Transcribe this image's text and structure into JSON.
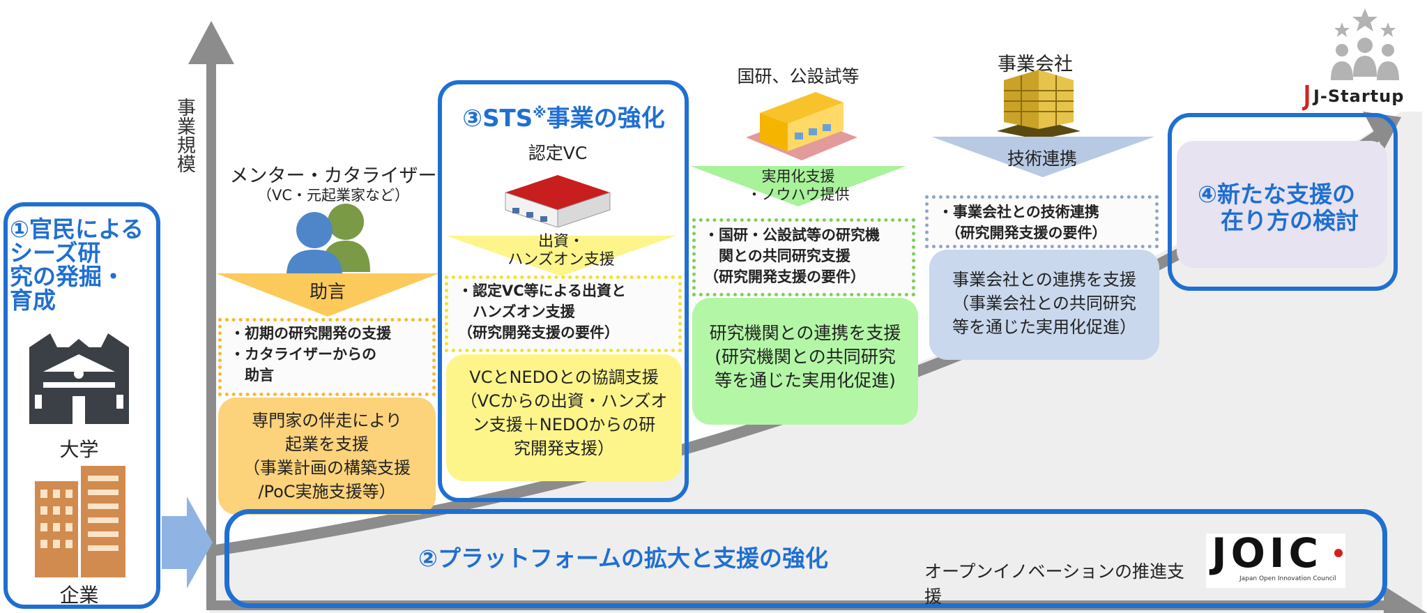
{
  "axis": {
    "y_label": "事業規模"
  },
  "section1": {
    "title": "①官民による\nシーズ研\n究の発掘・\n育成",
    "university_label": "大学",
    "company_label": "企業"
  },
  "mentor": {
    "title": "メンター・カタライザー",
    "subtitle": "（VC・元起業家など）",
    "arrow_label": "助言",
    "req_items": [
      "・初期の研究開発の支援",
      "・カタライザーからの",
      "　助言"
    ],
    "support_text": "専門家の伴走により\n起業を支援\n（事業計画の構築支援\n/PoC実施支援等）"
  },
  "section3": {
    "title": "③STS",
    "title_sup": "※",
    "title_rest": "事業の強化",
    "vc_label": "認定VC",
    "arrow_label": "出資・\nハンズオン支援",
    "req_items": [
      "・認定VC等による出資と",
      "　ハンズオン支援",
      "（研究開発支援の要件）"
    ],
    "support_text": "VCとNEDOとの協調支援\n（VCからの出資・ハンズオ\nン支援＋NEDOからの研\n究開発支援）"
  },
  "research": {
    "title": "国研、公設試等",
    "arrow_label": "実用化支援\n・ノウハウ提供",
    "req_items": [
      "・国研・公設試等の研究機",
      "　関との共同研究支援",
      "（研究開発支援の要件）"
    ],
    "support_text": "研究機関との連携を支援\n(研究機関との共同研究\n等を通じた実用化促進)"
  },
  "company": {
    "title": "事業会社",
    "arrow_label": "技術連携",
    "req_items": [
      "・事業会社との技術連携",
      "　（研究開発支援の要件）"
    ],
    "support_text": "事業会社との連携を支援\n（事業会社との共同研究\n等を通じた実用化促進）"
  },
  "section4": {
    "title": "④新たな支援の\n　在り方の検討"
  },
  "jstartup": {
    "label": "J-Startup"
  },
  "section2": {
    "title": "②プラットフォームの拡大と支援の強化",
    "oi_text": "オープンイノベーションの推進支援",
    "logo_text": "JOIC",
    "logo_sub": "Japan Open Innovation Council"
  },
  "colors": {
    "blue": "#1f6fd1",
    "orange": "#fcd27a",
    "yellow": "#fdf58a",
    "green": "#b3f7a6",
    "lightblue": "#c9d8ec",
    "lavender": "#e8e3f0"
  }
}
